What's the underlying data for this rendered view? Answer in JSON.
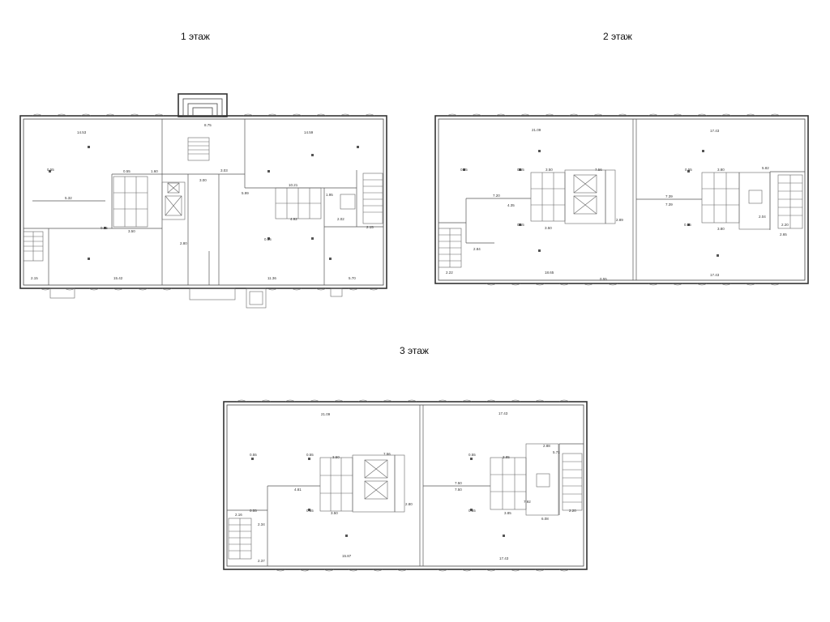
{
  "floors": [
    {
      "title": "1 этаж",
      "labels": {
        "d1": "14.53",
        "d2": "14.59",
        "d3": "8.75",
        "d4": "0.55",
        "d5": "0.55",
        "d6": "3.00",
        "d7": "5.32",
        "d8": "3.50",
        "d9": "1.60",
        "d10": "5.99",
        "d11": "10.21",
        "d12": "4.92",
        "d13": "2.02",
        "d14": "2.15",
        "d15": "2.15",
        "d16": "15.42",
        "d17": "2.80",
        "d18": "11.36",
        "d19": "5.70",
        "d20": "0.55",
        "d21": "0.55",
        "d22": "1.95",
        "d23": "3.03"
      }
    },
    {
      "title": "2 этаж",
      "labels": {
        "d1": "21.09",
        "d2": "17.43",
        "d3": "0.55",
        "d4": "0.55",
        "d5": "3.50",
        "d6": "7.56",
        "d7": "0.55",
        "d8": "3.80",
        "d9": "5.82",
        "d10": "7.20",
        "d11": "4.35",
        "d12": "7.39",
        "d13": "7.39",
        "d14": "2.89",
        "d15": "3.50",
        "d16": "3.80",
        "d17": "2.04",
        "d18": "2.20",
        "d19": "2.65",
        "d20": "2.84",
        "d21": "2.22",
        "d22": "18.65",
        "d23": "17.43",
        "d24": "0.55",
        "d25": "0.55",
        "d26": "0.55"
      }
    },
    {
      "title": "3 этаж",
      "labels": {
        "d1": "21.09",
        "d2": "17.43",
        "d3": "0.55",
        "d4": "0.55",
        "d5": "3.50",
        "d6": "7.56",
        "d7": "3.85",
        "d8": "2.88",
        "d9": "5.71",
        "d10": "4.81",
        "d11": "7.50",
        "d12": "7.50",
        "d13": "2.80",
        "d14": "3.50",
        "d15": "3.85",
        "d16": "6.08",
        "d17": "2.20",
        "d18": "2.16",
        "d19": "2.34",
        "d20": "2.37",
        "d21": "15.87",
        "d22": "17.43",
        "d23": "0.55",
        "d24": "0.55",
        "d25": "0.55",
        "d26": "0.55",
        "d27": "7.92"
      }
    }
  ]
}
